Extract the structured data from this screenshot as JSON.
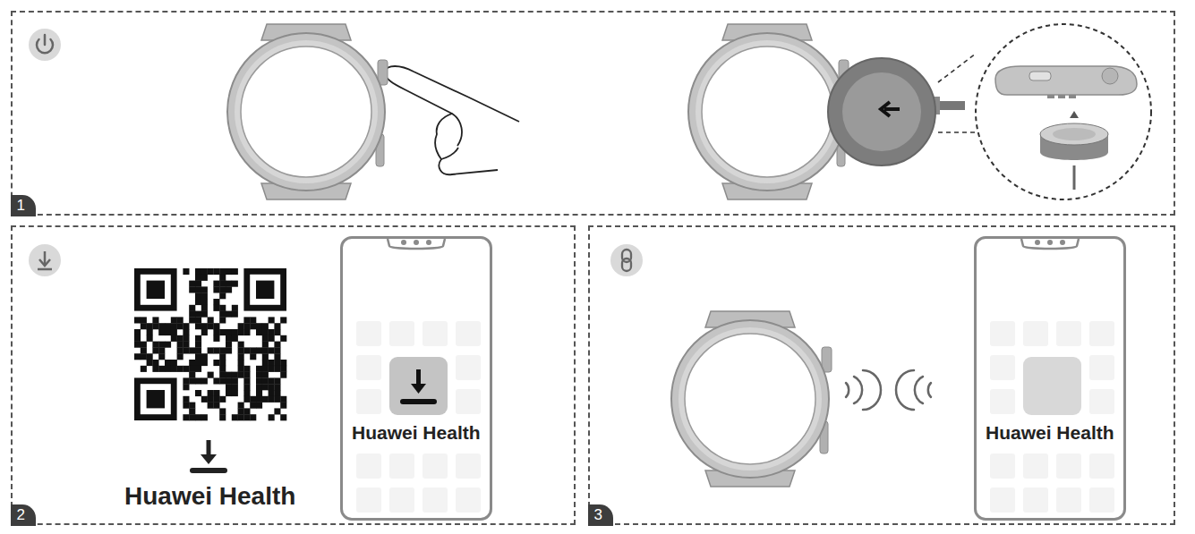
{
  "diagram": {
    "nodes": [
      {
        "text": [
          "1"
        ]
      },
      {
        "text": [
          "Huawei Health",
          "2"
        ]
      },
      {
        "text": [
          "Huawei Health"
        ],
        "in": 1
      },
      {
        "text": [
          "3"
        ]
      },
      {
        "text": [
          "Huawei Health"
        ],
        "in": 3
      }
    ]
  }
}
